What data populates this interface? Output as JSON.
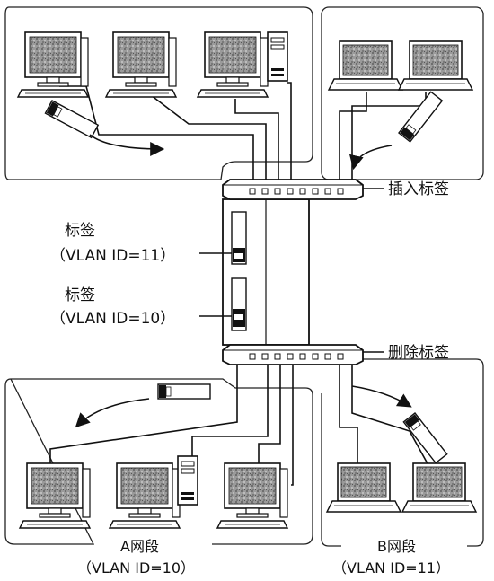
{
  "labels": {
    "insert_tag": "插入标签",
    "remove_tag": "删除标签",
    "tag_upper_title": "标签",
    "tag_upper_vlan": "（VLAN ID=11）",
    "tag_lower_title": "标签",
    "tag_lower_vlan": "（VLAN ID=10）",
    "segment_a_title": "A网段",
    "segment_a_vlan": "（VLAN ID=10）",
    "segment_b_title": "B网段",
    "segment_b_vlan": "（VLAN ID=11）"
  },
  "icons": {
    "desktop": "desktop-computer-icon",
    "laptop": "laptop-icon",
    "tower": "tower-computer-icon",
    "switch": "network-switch-icon",
    "frame": "data-frame-icon"
  },
  "colors": {
    "line": "#111111",
    "screen": "#8a8a8a",
    "zone_border": "#222222"
  }
}
